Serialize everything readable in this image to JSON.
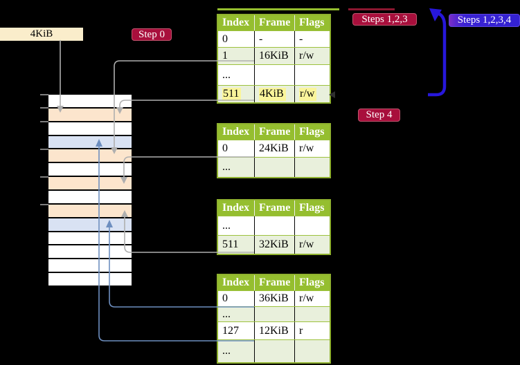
{
  "colors": {
    "background": "#000000",
    "table_header_green": "#95BE2F",
    "table_row_green": "#E9F0DC",
    "table_border_green": "#9CC13C",
    "frame_free_white": "#FFFFFF",
    "frame_page_table_peach": "#FCE5CD",
    "frame_page_blue": "#D9E2F3",
    "badge_red": "#A80F3C",
    "badge_blue": "#3A22D4",
    "highlight_yellow": "#FAF59B",
    "arrow_gray": "#AFAFAF",
    "arrow_steel_blue": "#6E8FC0",
    "loop_arrow_indigo": "#2717DB",
    "label_box_cream": "#FAEDCB"
  },
  "labels": {
    "frame_address": "4KiB",
    "step0": "Step 0",
    "steps123": "Steps 1,2,3",
    "steps1234": "Steps 1,2,3,4",
    "step4": "Step 4"
  },
  "tables": [
    {
      "columns": [
        "Index",
        "Frame",
        "Flags"
      ],
      "rows": [
        {
          "cells": [
            "0",
            "-",
            "-"
          ],
          "highlight": false
        },
        {
          "cells": [
            "1",
            "16KiB",
            "r/w"
          ],
          "highlight": false
        },
        {
          "cells": [
            "...",
            "",
            ""
          ],
          "highlight": false
        },
        {
          "cells": [
            "511",
            "4KiB",
            "r/w"
          ],
          "highlight": true
        }
      ]
    },
    {
      "columns": [
        "Index",
        "Frame",
        "Flags"
      ],
      "rows": [
        {
          "cells": [
            "0",
            "24KiB",
            "r/w"
          ],
          "highlight": false
        },
        {
          "cells": [
            "...",
            "",
            ""
          ],
          "highlight": false
        }
      ]
    },
    {
      "columns": [
        "Index",
        "Frame",
        "Flags"
      ],
      "rows": [
        {
          "cells": [
            "...",
            "",
            ""
          ],
          "highlight": false
        },
        {
          "cells": [
            "511",
            "32KiB",
            "r/w"
          ],
          "highlight": false
        }
      ]
    },
    {
      "columns": [
        "Index",
        "Frame",
        "Flags"
      ],
      "rows": [
        {
          "cells": [
            "0",
            "36KiB",
            "r/w"
          ],
          "highlight": false
        },
        {
          "cells": [
            "...",
            "",
            ""
          ],
          "highlight": false
        },
        {
          "cells": [
            "127",
            "12KiB",
            "r"
          ],
          "highlight": false
        },
        {
          "cells": [
            "...",
            "",
            ""
          ],
          "highlight": false
        }
      ]
    }
  ],
  "memory_stack": {
    "row_types": [
      "free",
      "page-table",
      "free",
      "page",
      "page-table",
      "free",
      "page-table",
      "free",
      "page-table",
      "page",
      "free",
      "free",
      "free",
      "free"
    ]
  },
  "arrows": [
    {
      "from": "4KiB-label",
      "to": "memory-frame-1",
      "color": "gray"
    },
    {
      "from": "table1-row-1",
      "to": "memory-frame-4",
      "color": "gray"
    },
    {
      "from": "table1-row-511",
      "to": "memory-frame-1",
      "color": "gray"
    },
    {
      "from": "table2-row-0",
      "to": "memory-frame-6",
      "color": "gray"
    },
    {
      "from": "table3-row-511",
      "to": "memory-frame-8",
      "color": "gray"
    },
    {
      "from": "table4-row-0",
      "to": "memory-frame-9",
      "color": "steel-blue"
    },
    {
      "from": "table4-row-127",
      "to": "memory-frame-3",
      "color": "steel-blue"
    },
    {
      "from": "table1-entry-511",
      "to": "table1",
      "color": "indigo"
    }
  ]
}
